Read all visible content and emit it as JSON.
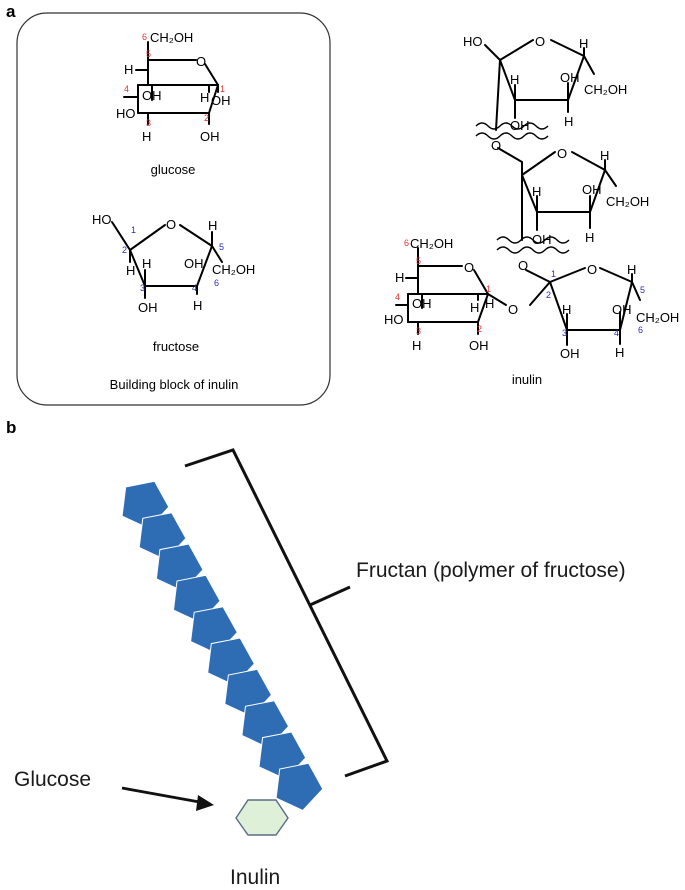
{
  "panel_a": {
    "letter": "a",
    "box_caption": "Building block of inulin",
    "glucose": {
      "name": "glucose",
      "ch2oh": "CH₂OH",
      "ring_o": "O",
      "oh": "OH",
      "h": "H",
      "ho": "HO",
      "pos": [
        "1",
        "2",
        "3",
        "4",
        "5",
        "6"
      ]
    },
    "fructose": {
      "name": "fructose",
      "ch2oh": "CH₂OH",
      "ring_o": "O",
      "oh": "OH",
      "h": "H",
      "ho": "HO",
      "pos": [
        "1",
        "2",
        "3",
        "4",
        "5",
        "6"
      ]
    },
    "inulin": {
      "name": "inulin",
      "ch2oh": "CH₂OH",
      "o": "O",
      "oh": "OH",
      "h": "H",
      "ho": "HO",
      "pos": [
        "1",
        "2",
        "3",
        "4",
        "5",
        "6"
      ]
    }
  },
  "panel_b": {
    "letter": "b",
    "fructan_label": "Fructan (polymer of fructose)",
    "glucose_label": "Glucose",
    "inulin_label": "Inulin",
    "fructose_unit_count": 10,
    "colors": {
      "fructose_unit": "#2e6db4",
      "glucose_fill": "#dff0d8",
      "glucose_stroke": "#5a6b8a"
    }
  }
}
